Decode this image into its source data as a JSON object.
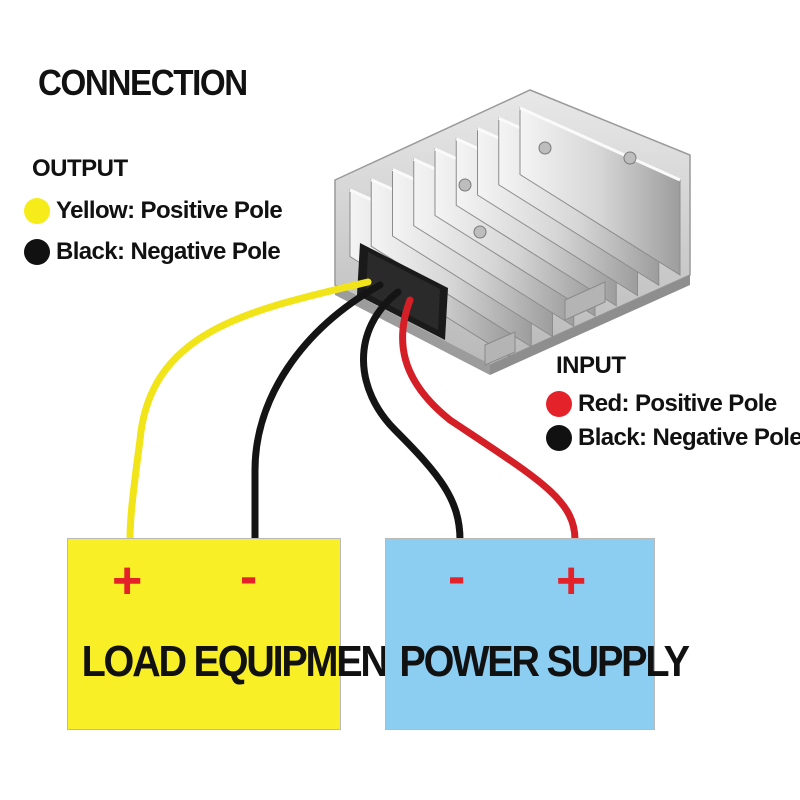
{
  "title": "CONNECTION",
  "output": {
    "heading": "OUTPUT",
    "items": [
      {
        "label": "Yellow: Positive Pole",
        "color": "#f6ec1a"
      },
      {
        "label": "Black: Negative Pole",
        "color": "#111111"
      }
    ]
  },
  "input": {
    "heading": "INPUT",
    "items": [
      {
        "label": "Red: Positive Pole",
        "color": "#e4222a"
      },
      {
        "label": "Black: Negative Pole",
        "color": "#111111"
      }
    ]
  },
  "load_box": {
    "label": "LOAD EQUIPMENT",
    "plus": "+",
    "minus": "-",
    "color": "#f8ef26"
  },
  "supply_box": {
    "label": "POWER SUPPLY",
    "minus": "-",
    "plus": "+",
    "color": "#8ccdf2"
  },
  "wire_colors": {
    "yellow": "#f1e418",
    "black": "#141414",
    "red": "#d41f26"
  },
  "device": {
    "icon": "heatsink-converter-icon"
  }
}
